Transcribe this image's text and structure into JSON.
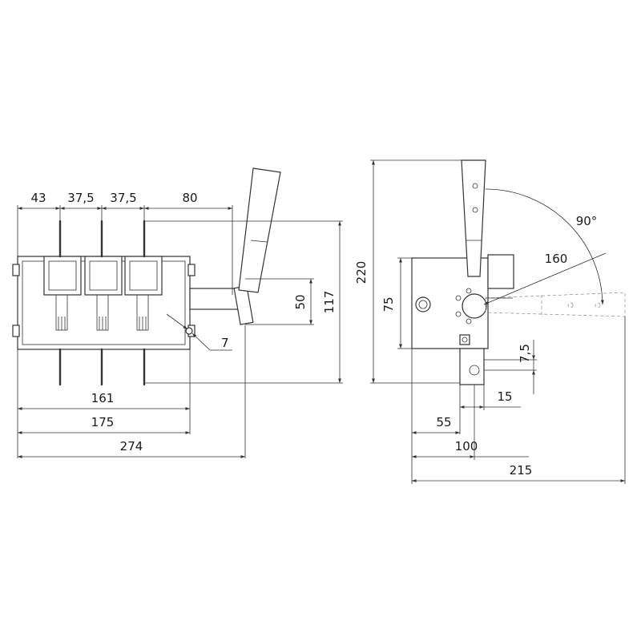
{
  "dims": {
    "left": {
      "pitch_edge": "43",
      "pitch_1": "37,5",
      "pitch_2": "37,5",
      "handle_offset": "80",
      "handle_block": "50",
      "overall_height": "117",
      "mount_hole": "7",
      "base_length": "161",
      "body_length": "175",
      "overall_length": "274"
    },
    "right": {
      "overall_height": "220",
      "body_height": "75",
      "handle_length": "160",
      "swing_angle": "90°",
      "terminal_offset": "7,5",
      "terminal_width": "15",
      "body_to_terminal": "55",
      "body_to_axis": "100",
      "overall_depth": "215"
    }
  },
  "colors": {
    "line": "#333333",
    "text": "#1a1a1a",
    "background": "#ffffff"
  }
}
